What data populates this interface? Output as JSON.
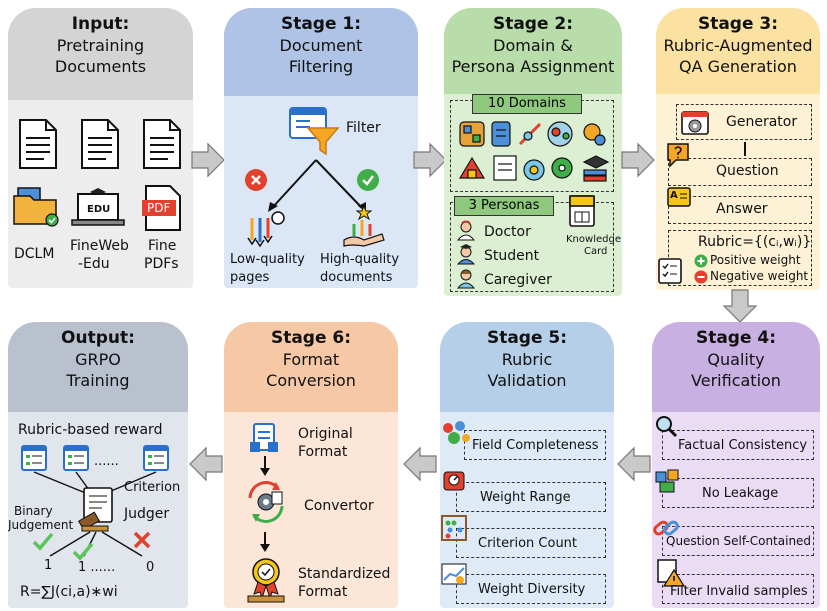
{
  "input": {
    "title": "Input:",
    "sub1": "Pretraining",
    "sub2": "Documents",
    "src1": "DCLM",
    "src2a": "FineWeb",
    "src2b": "-Edu",
    "src3a": "Fine",
    "src3b": "PDFs",
    "pdf_tag": "PDF",
    "edu_tag": "EDU"
  },
  "stage1": {
    "title": "Stage 1:",
    "sub1": "Document",
    "sub2": "Filtering",
    "filter": "Filter",
    "low1": "Low-quality",
    "low2": "pages",
    "high1": "High-quality",
    "high2": "documents"
  },
  "stage2": {
    "title": "Stage 2:",
    "sub1": "Domain &",
    "sub2": "Persona Assignment",
    "domains": "10 Domains",
    "personas": "3 Personas",
    "persona_list": [
      "Doctor",
      "Student",
      "Caregiver"
    ],
    "card1": "Knowledge",
    "card2": "Card"
  },
  "stage3": {
    "title": "Stage 3:",
    "sub1": "Rubric-Augmented",
    "sub2": "QA Generation",
    "generator": "Generator",
    "question": "Question",
    "answer": "Answer",
    "rubric": "Rubric={(cᵢ,wᵢ)}",
    "pos": "Positive weight",
    "neg": "Negative weight"
  },
  "stage4": {
    "title": "Stage 4:",
    "sub1": "Quality",
    "sub2": "Verification",
    "items": [
      "Factual Consistency",
      "No Leakage",
      "Question Self-Contained",
      "Filter Invalid samples"
    ]
  },
  "stage5": {
    "title": "Stage 5:",
    "sub1": "Rubric",
    "sub2": "Validation",
    "items": [
      "Field Completeness",
      "Weight Range",
      "Criterion Count",
      "Weight Diversity"
    ]
  },
  "stage6": {
    "title": "Stage 6:",
    "sub1": "Format",
    "sub2": "Conversion",
    "orig1": "Original",
    "orig2": "Format",
    "convertor": "Convertor",
    "std1": "Standardized",
    "std2": "Format"
  },
  "output": {
    "title": "Output:",
    "sub1": "GRPO",
    "sub2": "Training",
    "reward": "Rubric-based reward",
    "dots": "......",
    "criterion": "Criterion",
    "binary1": "Binary",
    "binary2": "Judgement",
    "judger": "Judger",
    "v1": "1",
    "v2": "1 ......",
    "v3": "0",
    "formula": "R=∑J(ci,a)∗wi"
  },
  "colors": {
    "gray": "#d4d4d4",
    "gray_body": "#ededed",
    "blue": "#aec3e6",
    "blue_body": "#dbe6f6",
    "green": "#b8dcaa",
    "green_body": "#ddefd3",
    "yellow": "#fbe2a3",
    "yellow_body": "#fdf2d5",
    "purple": "#c9b0e2",
    "purple_body": "#e9dcf4",
    "lblue": "#b5cfe9",
    "lblue_body": "#deebf7",
    "peach": "#f6c8a6",
    "peach_body": "#fbe6d7",
    "slate": "#b9c1cf",
    "slate_body": "#e1e5ec"
  }
}
